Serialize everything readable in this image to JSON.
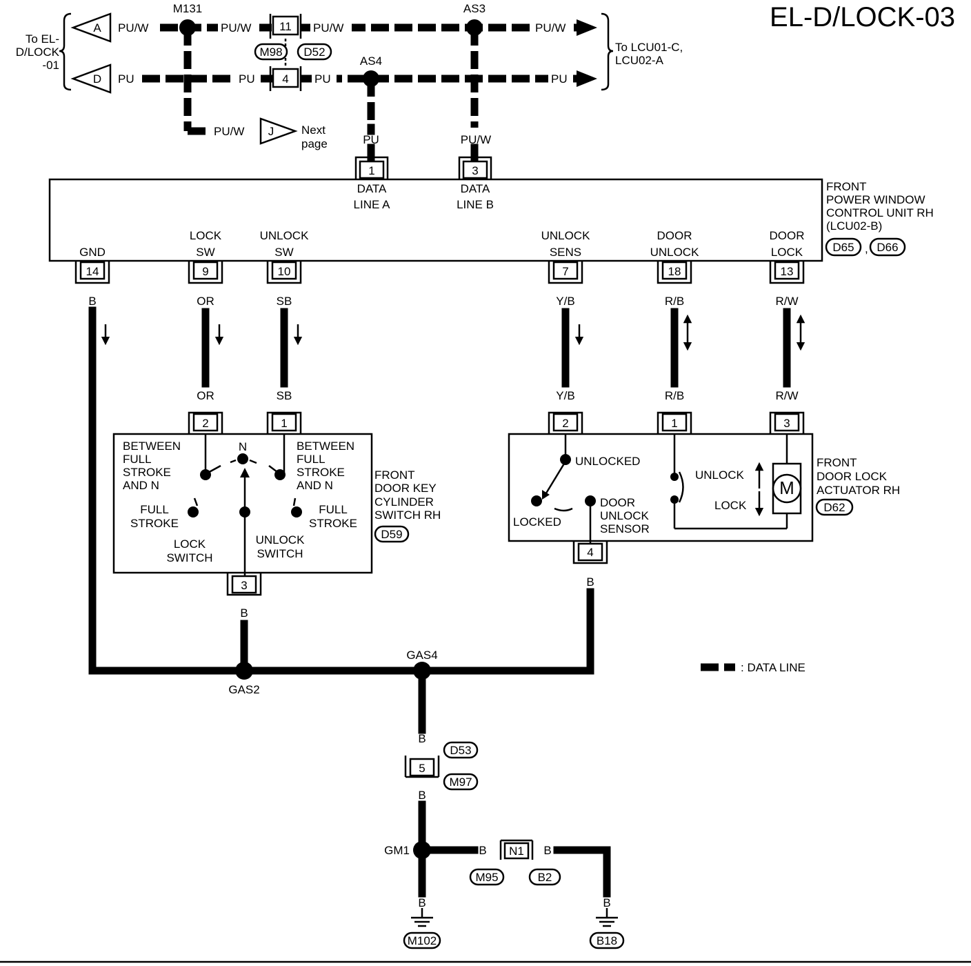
{
  "title": "EL-D/LOCK-03",
  "top": {
    "to_left_1": "To EL-",
    "to_left_2": "D/LOCK",
    "to_left_3": "-01",
    "to_right_1": "To LCU01-C,",
    "to_right_2": "LCU02-A",
    "conn_A": "A",
    "conn_D": "D",
    "conn_J": "J",
    "next_1": "Next",
    "next_2": "page",
    "splice_m131": "M131",
    "splice_as3": "AS3",
    "splice_as4": "AS4",
    "pin_11": "11",
    "pin_4": "4",
    "conn_m98": "M98",
    "conn_d52": "D52"
  },
  "wire_colors": {
    "puw": "PU/W",
    "pu": "PU",
    "b": "B",
    "or": "OR",
    "sb": "SB",
    "yb": "Y/B",
    "rb": "R/B",
    "rw": "R/W"
  },
  "control_unit": {
    "name_1": "FRONT",
    "name_2": "POWER WINDOW",
    "name_3": "CONTROL UNIT RH",
    "name_4": "(LCU02-B)",
    "conn_1": "D65",
    "conn_2": "D66",
    "conn_sep": ",",
    "data_line": "DATA",
    "line_a": "LINE A",
    "line_b": "LINE B",
    "pin_1": "1",
    "pin_3": "3",
    "gnd": "GND",
    "lock": "LOCK",
    "unlock": "UNLOCK",
    "sw": "SW",
    "sens": "SENS",
    "door": "DOOR",
    "pin_14": "14",
    "pin_9": "9",
    "pin_10": "10",
    "pin_7": "7",
    "pin_18": "18",
    "pin_13": "13"
  },
  "key_switch": {
    "name_1": "FRONT",
    "name_2": "DOOR KEY",
    "name_3": "CYLINDER",
    "name_4": "SWITCH RH",
    "conn": "D59",
    "pin_2": "2",
    "pin_1": "1",
    "pin_3": "3",
    "between": "BETWEEN",
    "full": "FULL",
    "stroke": "STROKE",
    "and_n": "AND N",
    "n": "N",
    "lock": "LOCK",
    "unlock": "UNLOCK",
    "switch": "SWITCH"
  },
  "actuator": {
    "name_1": "FRONT",
    "name_2": "DOOR LOCK",
    "name_3": "ACTUATOR RH",
    "conn": "D62",
    "pin_2": "2",
    "pin_1": "1",
    "pin_3": "3",
    "pin_4": "4",
    "unlocked": "UNLOCKED",
    "locked": "LOCKED",
    "door": "DOOR",
    "unlock": "UNLOCK",
    "sensor": "SENSOR",
    "lock": "LOCK",
    "motor": "M"
  },
  "ground": {
    "gas2": "GAS2",
    "gas4": "GAS4",
    "gm1": "GM1",
    "pin_5": "5",
    "conn_d53": "D53",
    "conn_m97": "M97",
    "pin_n1": "N1",
    "conn_m95": "M95",
    "conn_b2": "B2",
    "conn_m102": "M102",
    "conn_b18": "B18"
  },
  "legend": {
    "data_line": ": DATA LINE"
  }
}
